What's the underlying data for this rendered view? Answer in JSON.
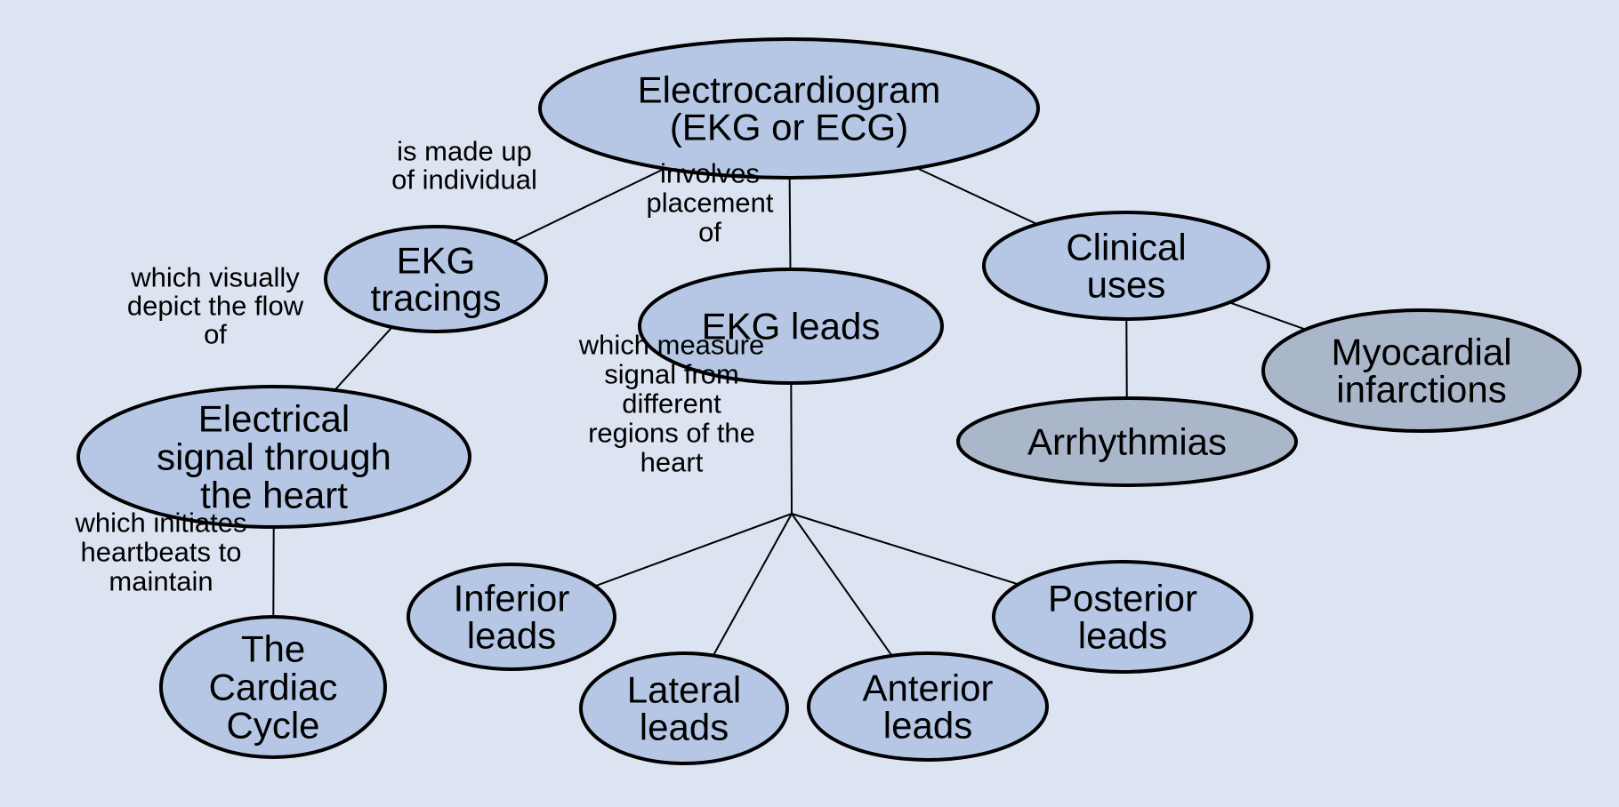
{
  "colors": {
    "background": "#dce4f2",
    "node_primary": "#b5c7e5",
    "node_secondary": "#aab6c9",
    "outline": "#000000"
  },
  "nodes": {
    "ekg": {
      "lines": [
        "Electrocardiogram",
        "(EKG or ECG)"
      ],
      "tone": "primary"
    },
    "tracings": {
      "lines": [
        "EKG",
        "tracings"
      ],
      "tone": "primary"
    },
    "leads": {
      "lines": [
        "EKG leads"
      ],
      "tone": "primary"
    },
    "clinical": {
      "lines": [
        "Clinical",
        "uses"
      ],
      "tone": "primary"
    },
    "electrical": {
      "lines": [
        "Electrical",
        "signal through",
        "the heart"
      ],
      "tone": "primary"
    },
    "cycle": {
      "lines": [
        "The",
        "Cardiac",
        "Cycle"
      ],
      "tone": "primary"
    },
    "arrhythmias": {
      "lines": [
        "Arrhythmias"
      ],
      "tone": "secondary"
    },
    "myocardial": {
      "lines": [
        "Myocardial",
        "infarctions"
      ],
      "tone": "secondary"
    },
    "inferior": {
      "lines": [
        "Inferior",
        "leads"
      ],
      "tone": "primary"
    },
    "lateral": {
      "lines": [
        "Lateral",
        "leads"
      ],
      "tone": "primary"
    },
    "anterior": {
      "lines": [
        "Anterior",
        "leads"
      ],
      "tone": "primary"
    },
    "posterior": {
      "lines": [
        "Posterior",
        "leads"
      ],
      "tone": "primary"
    }
  },
  "edges": [
    {
      "id": "made-up-of",
      "from": "ekg",
      "to": "tracings",
      "label": [
        "is made up",
        "of individual"
      ]
    },
    {
      "id": "involves-placement",
      "from": "ekg",
      "to": "leads",
      "label": [
        "involves",
        "placement",
        "of"
      ]
    },
    {
      "id": "clinical-link",
      "from": "ekg",
      "to": "clinical",
      "label": []
    },
    {
      "id": "visually-depict",
      "from": "tracings",
      "to": "electrical",
      "label": [
        "which visually",
        "depict the flow",
        "of"
      ]
    },
    {
      "id": "initiates",
      "from": "electrical",
      "to": "cycle",
      "label": [
        "which initiates",
        "heartbeats to",
        "maintain"
      ]
    },
    {
      "id": "arrhythmias-link",
      "from": "clinical",
      "to": "arrhythmias",
      "label": []
    },
    {
      "id": "myocardial-link",
      "from": "clinical",
      "to": "myocardial",
      "label": []
    },
    {
      "id": "measure-signal",
      "from": "leads",
      "to": "junction",
      "label": [
        "which measure",
        "signal from",
        "different",
        "regions of the",
        "heart"
      ]
    },
    {
      "id": "to-inferior",
      "from": "junction",
      "to": "inferior",
      "label": []
    },
    {
      "id": "to-lateral",
      "from": "junction",
      "to": "lateral",
      "label": []
    },
    {
      "id": "to-anterior",
      "from": "junction",
      "to": "anterior",
      "label": []
    },
    {
      "id": "to-posterior",
      "from": "junction",
      "to": "posterior",
      "label": []
    }
  ]
}
